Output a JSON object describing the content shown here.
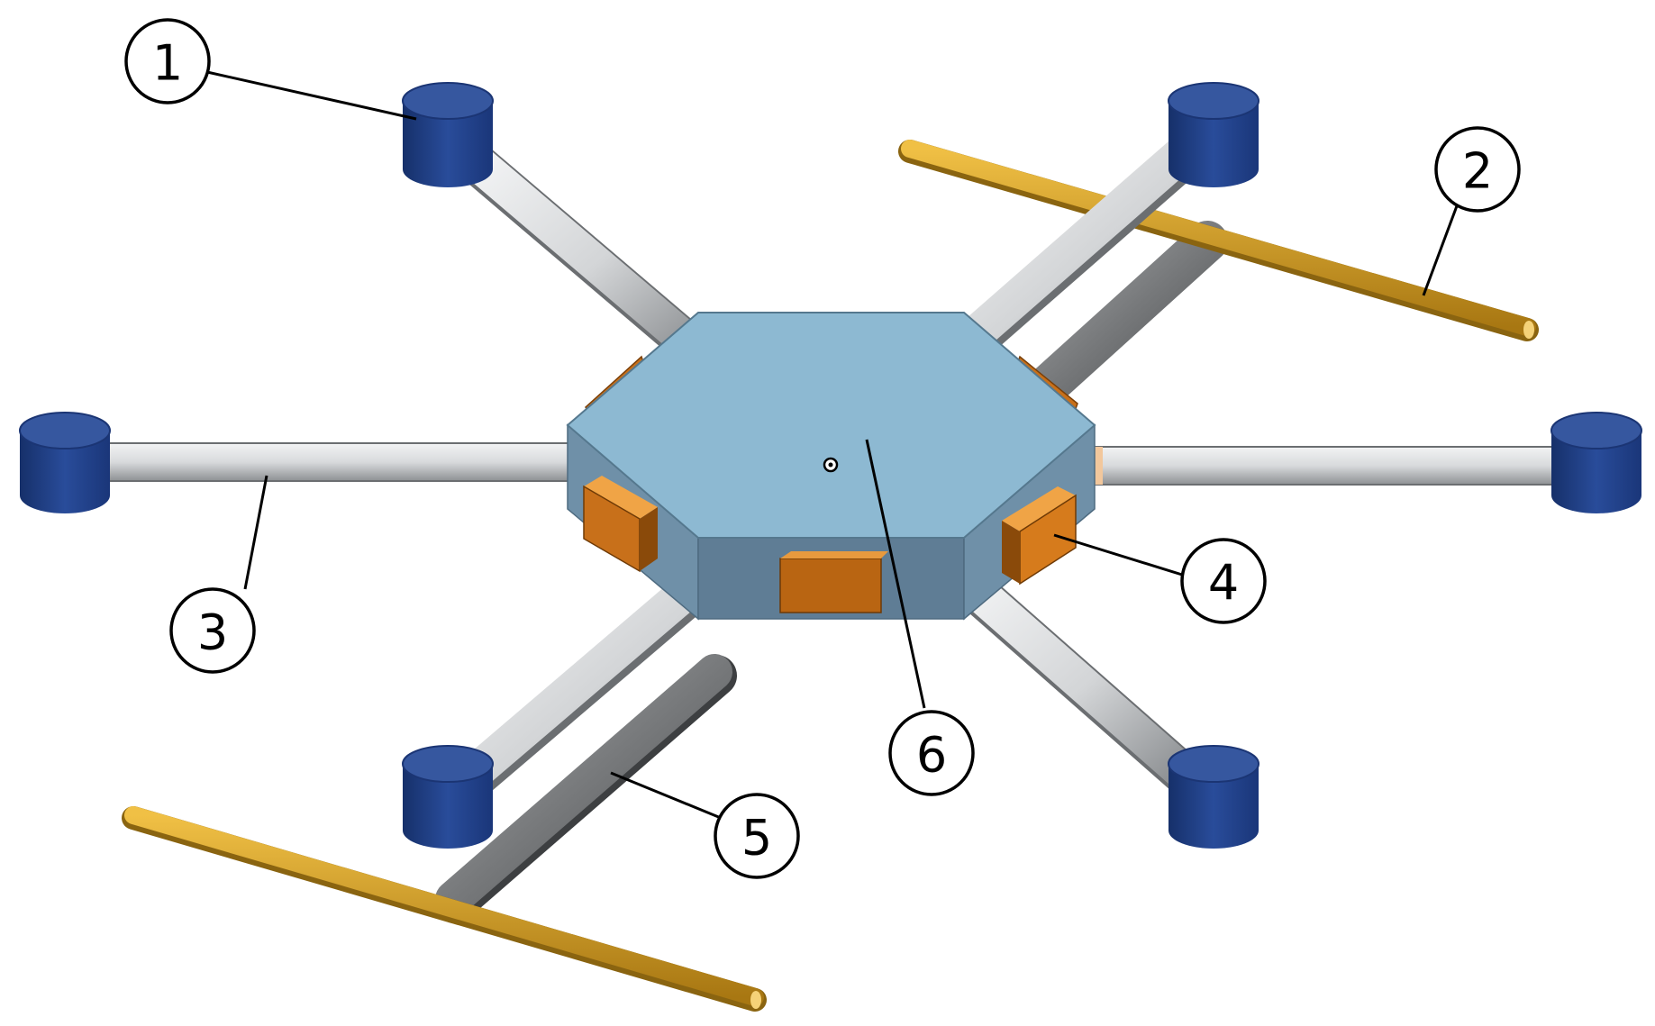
{
  "colors": {
    "background": "#ffffff",
    "motor_top": "#34549f",
    "motor_side": "#1f3f86",
    "arm_light": "#d4d6d8",
    "arm_dark": "#808080",
    "leg": "#c8951a",
    "body_top": "#8db9d2",
    "body_side": "#617f96",
    "battery": "#d07616"
  },
  "callouts": [
    {
      "number": "1"
    },
    {
      "number": "2"
    },
    {
      "number": "3"
    },
    {
      "number": "4"
    },
    {
      "number": "5"
    },
    {
      "number": "6"
    }
  ]
}
